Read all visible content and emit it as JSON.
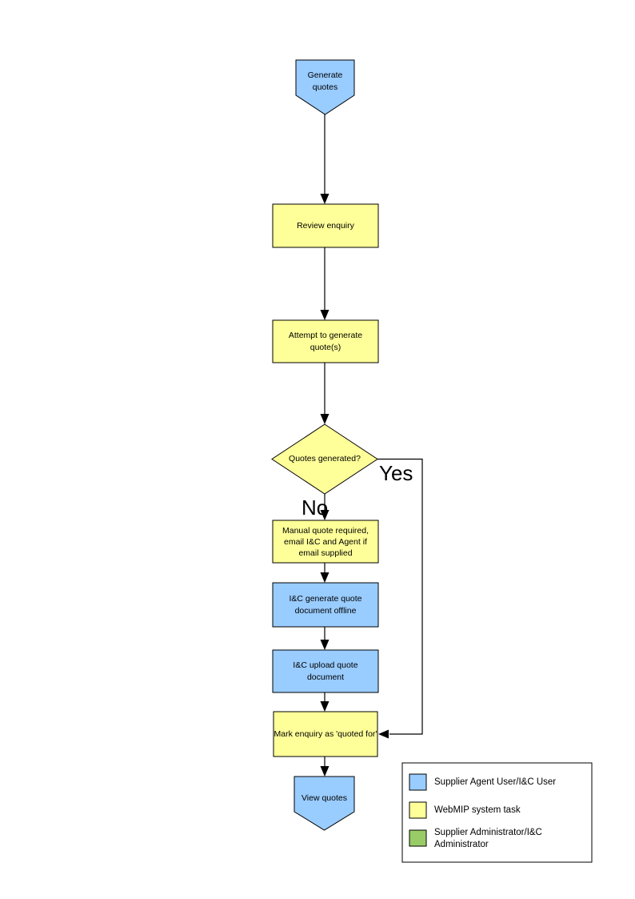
{
  "colors": {
    "user_task": "#99CCFF",
    "system_task": "#FFFF99",
    "admin_task": "#99CC66",
    "line": "#000000"
  },
  "diagram": {
    "nodes": {
      "start": "Generate quotes",
      "review": "Review enquiry",
      "attempt": "Attempt to generate quote(s)",
      "decision": "Quotes generated?",
      "manual": "Manual quote required, email I&C and Agent if email supplied",
      "generate_offline": "I&C generate quote document offline",
      "upload": "I&C upload quote document",
      "mark": "Mark enquiry as 'quoted for'",
      "end": "View quotes"
    },
    "branches": {
      "yes": "Yes",
      "no": "No"
    }
  },
  "legend": {
    "items": [
      {
        "color": "#99CCFF",
        "label": "Supplier Agent User/I&C User"
      },
      {
        "color": "#FFFF99",
        "label": "WebMIP system task"
      },
      {
        "color": "#99CC66",
        "label": "Supplier Administrator/I&C Administrator"
      }
    ]
  }
}
